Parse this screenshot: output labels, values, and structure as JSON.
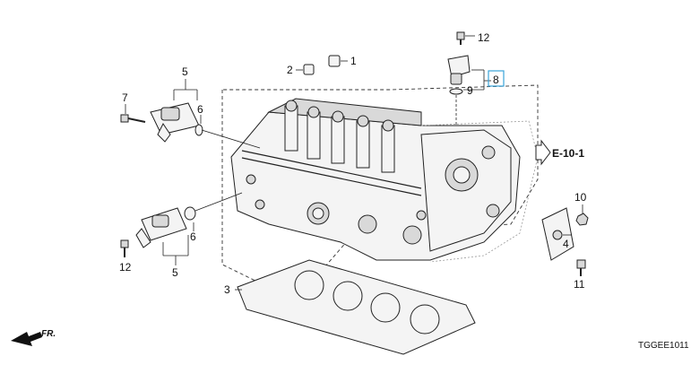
{
  "callouts": {
    "c1": "1",
    "c2": "2",
    "c3": "3",
    "c4": "4",
    "c5_top": "5",
    "c5_bottom": "5",
    "c6_top": "6",
    "c6_bottom": "6",
    "c7": "7",
    "c8": "8",
    "c9": "9",
    "c10": "10",
    "c11": "11",
    "c12_top": "12",
    "c12_bottom": "12"
  },
  "reference": "E-10-1",
  "diagram_code": "TGGEE1011",
  "front_label": "FR.",
  "colors": {
    "line": "#222222",
    "highlight_box": "#3aa3d8"
  }
}
